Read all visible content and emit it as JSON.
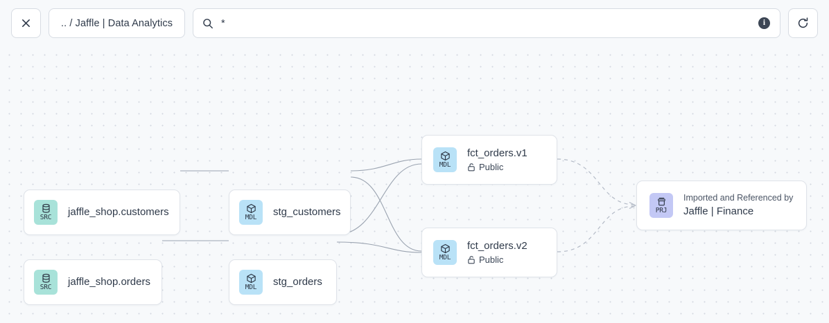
{
  "toolbar": {
    "close_label": "✕",
    "breadcrumb": ".. / Jaffle | Data Analytics",
    "search_value": "*",
    "search_placeholder": "",
    "info_label": "i",
    "refresh_label": "refresh-icon"
  },
  "graph": {
    "nodes": [
      {
        "id": "jaffle_shop_customers",
        "badge": "SRC",
        "badge_type": "src",
        "icon": "database-icon",
        "title": "jaffle_shop.customers",
        "visibility": "",
        "kicker": ""
      },
      {
        "id": "jaffle_shop_orders",
        "badge": "SRC",
        "badge_type": "src",
        "icon": "database-icon",
        "title": "jaffle_shop.orders",
        "visibility": "",
        "kicker": ""
      },
      {
        "id": "stg_customers",
        "badge": "MDL",
        "badge_type": "mdl",
        "icon": "cube-icon",
        "title": "stg_customers",
        "visibility": "",
        "kicker": ""
      },
      {
        "id": "stg_orders",
        "badge": "MDL",
        "badge_type": "mdl",
        "icon": "cube-icon",
        "title": "stg_orders",
        "visibility": "",
        "kicker": ""
      },
      {
        "id": "fct_orders_v1",
        "badge": "MDL",
        "badge_type": "mdl",
        "icon": "cube-icon",
        "title": "fct_orders.v1",
        "visibility": "Public",
        "kicker": ""
      },
      {
        "id": "fct_orders_v2",
        "badge": "MDL",
        "badge_type": "mdl",
        "icon": "cube-icon",
        "title": "fct_orders.v2",
        "visibility": "Public",
        "kicker": ""
      },
      {
        "id": "jaffle_finance",
        "badge": "PRJ",
        "badge_type": "prj",
        "icon": "project-icon",
        "title": "Jaffle | Finance",
        "visibility": "",
        "kicker": "Imported and Referenced by"
      }
    ]
  },
  "colors": {
    "canvas_bg": "#f7f9fb",
    "dot": "#d3d8e0",
    "node_bg": "#ffffff",
    "node_border": "#dfe3e9",
    "edge": "#9aa3b0",
    "badge_src": "#a8e2d9",
    "badge_mdl": "#b9e2f7",
    "badge_prj": "#c3c8f5",
    "text": "#2f3a4a"
  }
}
